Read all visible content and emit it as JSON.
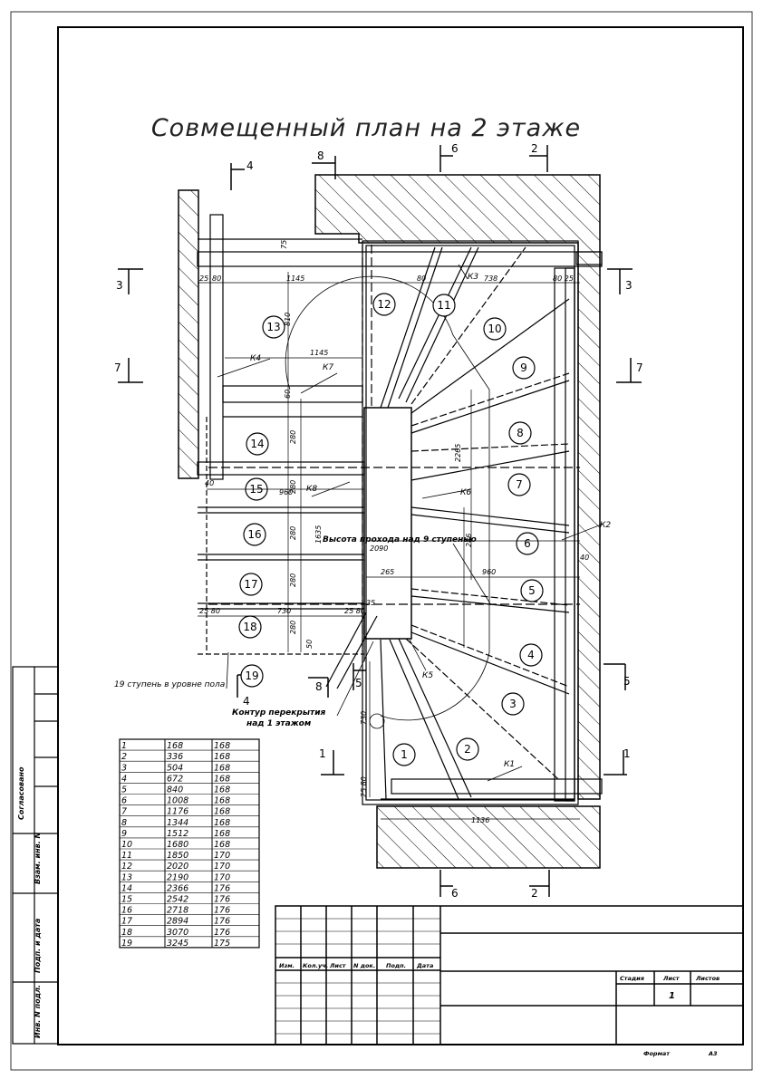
{
  "drawing": {
    "title": "Совмещенный план на 2 этаже",
    "section_marks": [
      "1",
      "2",
      "3",
      "4",
      "5",
      "6",
      "7",
      "8"
    ],
    "dimensions": {
      "d75": "75",
      "d25": "25",
      "d80": "80",
      "d1145": "1145",
      "d810": "810",
      "d1145b": "1145",
      "d80b": "80",
      "d738": "738",
      "d280": "280",
      "d960": "960",
      "d2265": "2265",
      "d2090": "2090",
      "d1635": "1635",
      "d265": "265",
      "d286": "286",
      "d730": "730",
      "d35": "35",
      "d50": "50",
      "d40": "40",
      "d1136": "1136",
      "d730b": "730",
      "d2580": "25 80",
      "d2580b": "25 80",
      "d2580c": "25 80",
      "d8075": "80 25",
      "d60": "60",
      "d40b": "40"
    },
    "labels": {
      "k1": "К1",
      "k2": "К2",
      "k3": "К3",
      "k4": "К4",
      "k5": "К5",
      "k6": "К6",
      "k7": "К7",
      "k8": "К8",
      "headroom": "Высота прохода над 9 ступенью",
      "step19": "19 ступень в уровне пола",
      "contour1": "Контур перекрытия",
      "contour2": "над 1 этажом"
    },
    "steps": [
      "1",
      "2",
      "3",
      "4",
      "5",
      "6",
      "7",
      "8",
      "9",
      "10",
      "11",
      "12",
      "13",
      "14",
      "15",
      "16",
      "17",
      "18",
      "19"
    ]
  },
  "steps_table": [
    [
      "1",
      "168",
      "168"
    ],
    [
      "2",
      "336",
      "168"
    ],
    [
      "3",
      "504",
      "168"
    ],
    [
      "4",
      "672",
      "168"
    ],
    [
      "5",
      "840",
      "168"
    ],
    [
      "6",
      "1008",
      "168"
    ],
    [
      "7",
      "1176",
      "168"
    ],
    [
      "8",
      "1344",
      "168"
    ],
    [
      "9",
      "1512",
      "168"
    ],
    [
      "10",
      "1680",
      "168"
    ],
    [
      "11",
      "1850",
      "170"
    ],
    [
      "12",
      "2020",
      "170"
    ],
    [
      "13",
      "2190",
      "170"
    ],
    [
      "14",
      "2366",
      "176"
    ],
    [
      "15",
      "2542",
      "176"
    ],
    [
      "16",
      "2718",
      "176"
    ],
    [
      "17",
      "2894",
      "176"
    ],
    [
      "18",
      "3070",
      "176"
    ],
    [
      "19",
      "3245",
      "175"
    ]
  ],
  "title_block": {
    "headers": [
      "Изм.",
      "Кол.уч.",
      "Лист",
      "N док.",
      "Подп.",
      "Дата"
    ],
    "stage": "Стадия",
    "sheet": "Лист",
    "sheets": "Листов",
    "sheet_no": "1",
    "format_label": "Формат",
    "format_value": "А3"
  },
  "side_stamp": {
    "agreed": "Согласовано",
    "inv_replace": "Взам. инв. N",
    "sign_date": "Подп. и дата",
    "inv_orig": "Инв. N подл."
  }
}
